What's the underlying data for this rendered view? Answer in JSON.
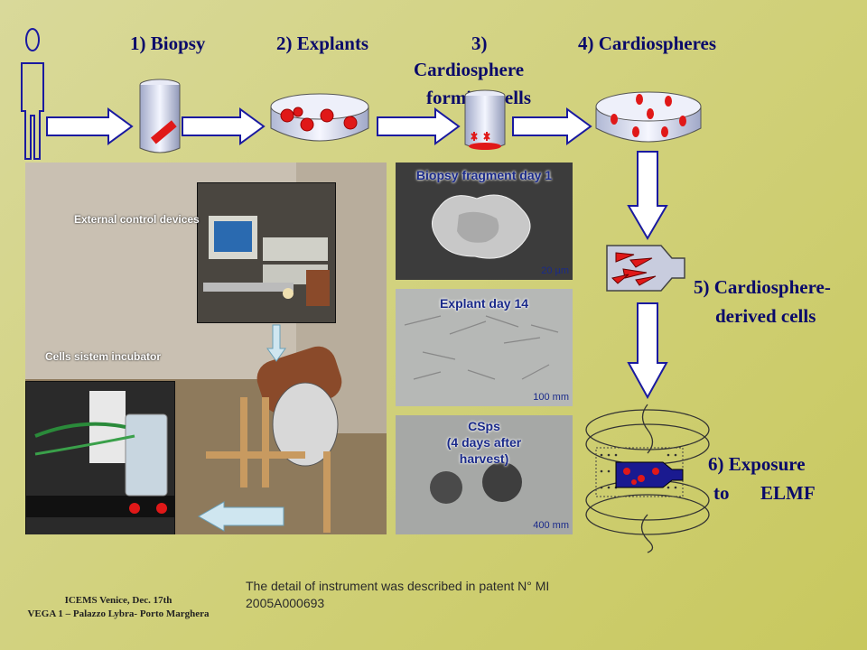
{
  "steps": {
    "s1": "1) Biopsy",
    "s2": "2) Explants",
    "s3a": "3)",
    "s3b": "Cardiosphere",
    "s3c": "forming cells",
    "s4": "4) Cardiospheres",
    "s5a": "5) Cardiosphere-",
    "s5b": "derived cells",
    "s6a": "6) Exposure",
    "s6b": "to",
    "s6c": "ELMF"
  },
  "photo": {
    "external_label": "External control devices",
    "incubator_label": "Cells sistem incubator"
  },
  "micrographs": [
    {
      "label": "Biopsy fragment day 1",
      "scale": "20 µm"
    },
    {
      "label": "Explant day 14",
      "scale": "100 mm"
    },
    {
      "label_l1": "CSps",
      "label_l2": "(4 days after",
      "label_l3": "harvest)",
      "scale": "400 mm"
    }
  ],
  "footer": {
    "line1": "ICEMS Venice, Dec. 17th",
    "line2": "VEGA 1 – Palazzo Lybra- Porto Marghera"
  },
  "patent_note": {
    "line1": "The detail of instrument was described in patent N° MI",
    "line2": "2005A000693"
  },
  "colors": {
    "arrow_fill": "#ffffff",
    "arrow_stroke": "#1a1aa0",
    "title_text": "#0a0a6a",
    "cells_red": "#e02020"
  }
}
